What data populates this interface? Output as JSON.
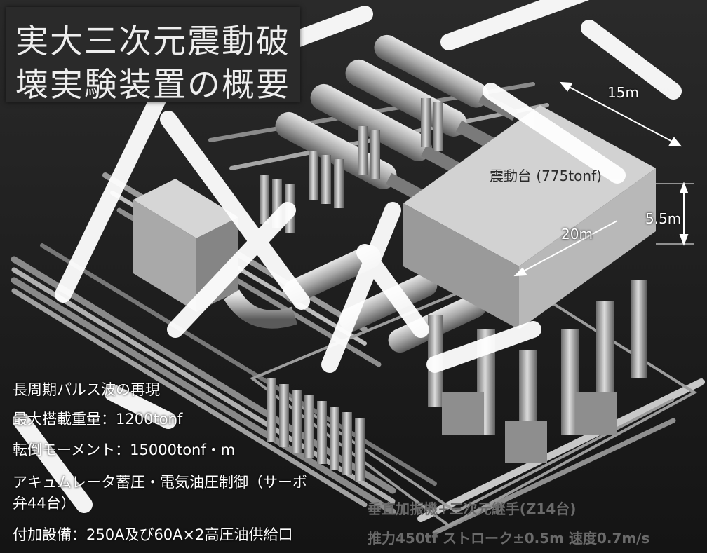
{
  "title": {
    "line1": "実大三次元震動破",
    "line2": "壊実験装置の概要"
  },
  "table_label": "震動台 (775tonf)",
  "dimensions": {
    "length": "15m",
    "width": "20m",
    "height": "5.5m"
  },
  "specs": [
    "長周期パルス波の再現",
    "最大搭載重量：1200tonf",
    "転倒モーメント：15000tonf・m",
    "アキュムレータ蓄圧・電気油圧制御（サーボ",
    "弁44台）",
    "付加設備：250A及び60A×2高圧油供給口"
  ],
  "actuator_note": {
    "line1": "垂直加振機+三次元継手(Z14台)",
    "line2": "推力450tf ストローク±0.5m 速度0.7m/s"
  },
  "colors": {
    "background": "#1e1e1e",
    "machine": "#b4b4b4",
    "watermark": "#ffffff"
  }
}
